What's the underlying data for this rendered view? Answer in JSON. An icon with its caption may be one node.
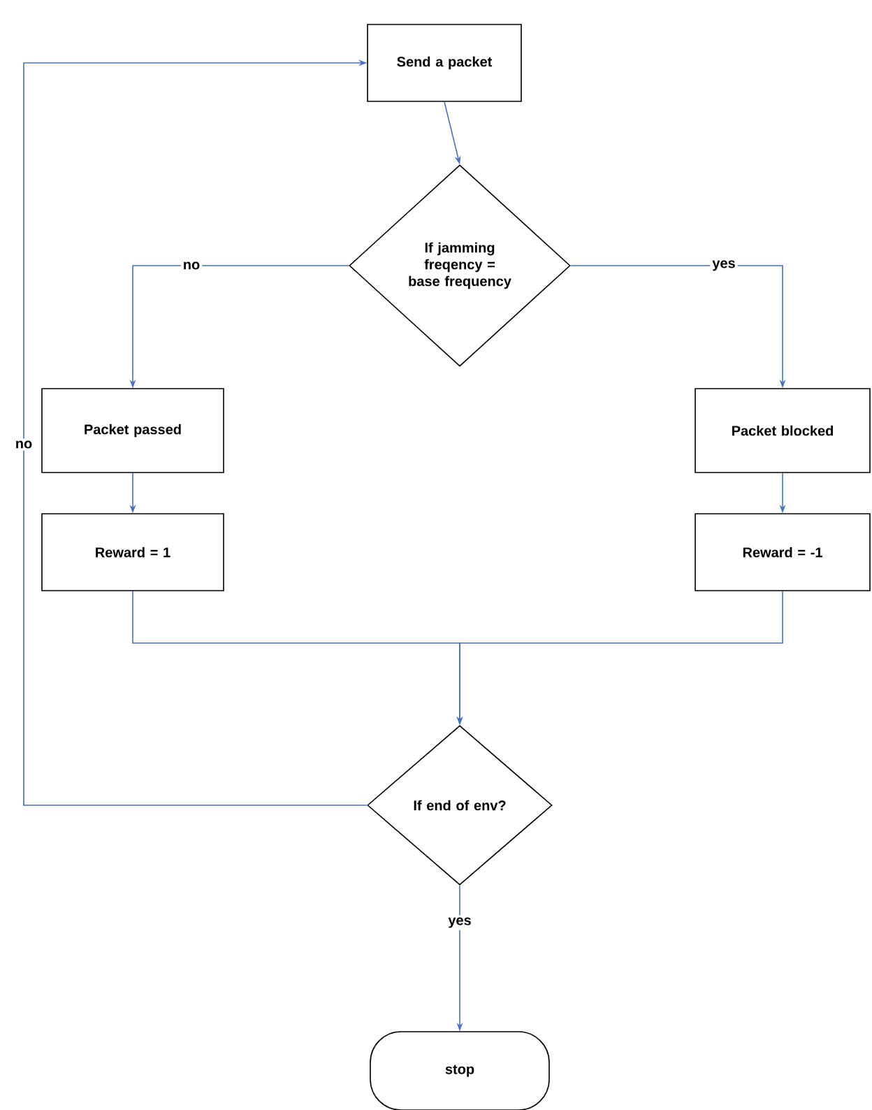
{
  "diagram": {
    "nodes": [
      {
        "text": [
          "Send a packet"
        ]
      },
      {
        "text": [
          "If jamming freqency = base frequency"
        ]
      },
      {
        "text": [
          "Packet passed"
        ]
      },
      {
        "text": [
          "Packet blocked"
        ]
      },
      {
        "text": [
          "Reward = 1"
        ]
      },
      {
        "text": [
          "Reward = -1"
        ]
      },
      {
        "text": [
          "If end of env?"
        ]
      },
      {
        "text": [
          "stop"
        ]
      }
    ],
    "edges": [
      {
        "from": 0,
        "to": 1,
        "arrow": "to"
      },
      {
        "from": 1,
        "to": 2,
        "arrow": "to",
        "label": "no"
      },
      {
        "from": 1,
        "to": 3,
        "arrow": "to",
        "label": "yes"
      },
      {
        "from": 2,
        "to": 4,
        "arrow": "to"
      },
      {
        "from": 3,
        "to": 5,
        "arrow": "to"
      },
      {
        "from": 4,
        "to": 6,
        "arrow": "to"
      },
      {
        "from": 5,
        "to": 6,
        "arrow": "to"
      },
      {
        "from": 6,
        "to": 0,
        "arrow": "to",
        "label": "no"
      },
      {
        "from": 6,
        "to": 7,
        "arrow": "to",
        "label": "yes"
      }
    ]
  }
}
